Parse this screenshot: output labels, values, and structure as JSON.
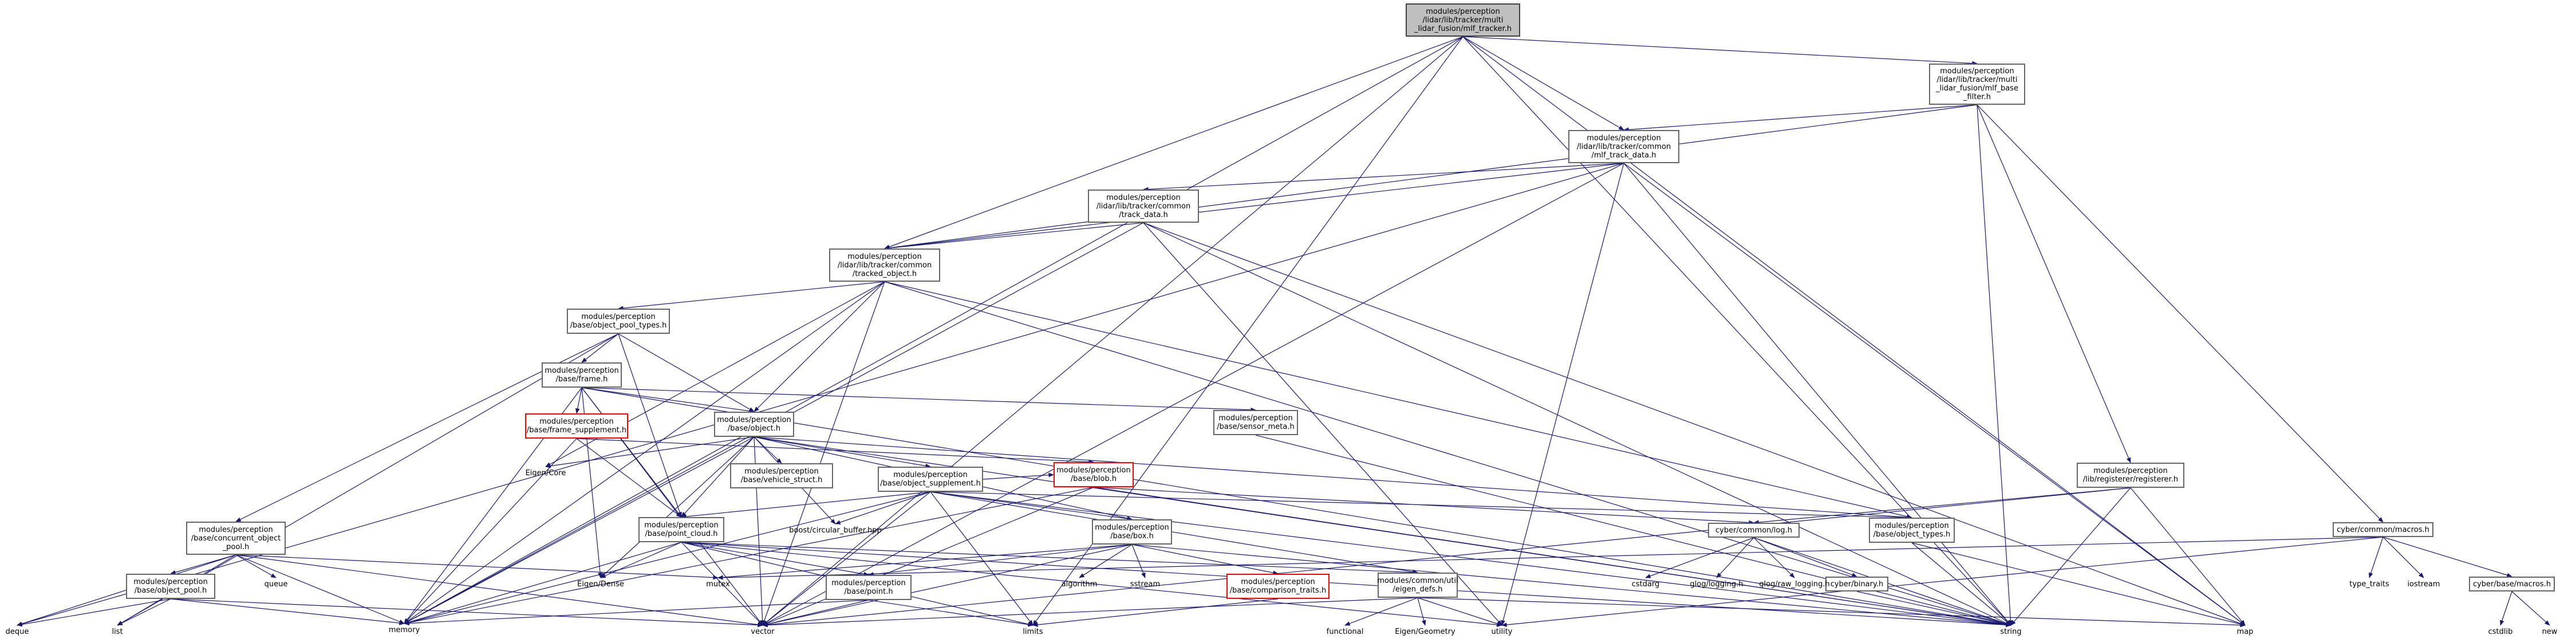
{
  "nodes": [
    {
      "id": "root",
      "label": "modules/perception\n/lidar/lib/tracker/multi\n_lidar_fusion/mlf_tracker.h",
      "style": "root"
    },
    {
      "id": "mlf_base_filter",
      "label": "modules/perception\n/lidar/lib/tracker/multi\n_lidar_fusion/mlf_base\n_filter.h",
      "style": "box"
    },
    {
      "id": "mlf_track_data",
      "label": "modules/perception\n/lidar/lib/tracker/common\n/mlf_track_data.h",
      "style": "box"
    },
    {
      "id": "track_data",
      "label": "modules/perception\n/lidar/lib/tracker/common\n/track_data.h",
      "style": "box"
    },
    {
      "id": "tracked_object",
      "label": "modules/perception\n/lidar/lib/tracker/common\n/tracked_object.h",
      "style": "box"
    },
    {
      "id": "object_pool_types",
      "label": "modules/perception\n/base/object_pool_types.h",
      "style": "box"
    },
    {
      "id": "frame",
      "label": "modules/perception\n/base/frame.h",
      "style": "box"
    },
    {
      "id": "frame_supplement",
      "label": "modules/perception\n/base/frame_supplement.h",
      "style": "red"
    },
    {
      "id": "object",
      "label": "modules/perception\n/base/object.h",
      "style": "box"
    },
    {
      "id": "sensor_meta",
      "label": "modules/perception\n/base/sensor_meta.h",
      "style": "box"
    },
    {
      "id": "vehicle_struct",
      "label": "modules/perception\n/base/vehicle_struct.h",
      "style": "box"
    },
    {
      "id": "object_supplement",
      "label": "modules/perception\n/base/object_supplement.h",
      "style": "box"
    },
    {
      "id": "blob",
      "label": "modules/perception\n/base/blob.h",
      "style": "red"
    },
    {
      "id": "concurrent_object_pool",
      "label": "modules/perception\n/base/concurrent_object\n_pool.h",
      "style": "box"
    },
    {
      "id": "object_pool",
      "label": "modules/perception\n/base/object_pool.h",
      "style": "box"
    },
    {
      "id": "point_cloud",
      "label": "modules/perception\n/base/point_cloud.h",
      "style": "box"
    },
    {
      "id": "box",
      "label": "modules/perception\n/base/box.h",
      "style": "box"
    },
    {
      "id": "point",
      "label": "modules/perception\n/base/point.h",
      "style": "box"
    },
    {
      "id": "comparison_traits",
      "label": "modules/perception\n/base/comparison_traits.h",
      "style": "red"
    },
    {
      "id": "eigen_defs",
      "label": "modules/common/util\n/eigen_defs.h",
      "style": "box"
    },
    {
      "id": "registerer",
      "label": "modules/perception\n/lib/registerer/registerer.h",
      "style": "box"
    },
    {
      "id": "log",
      "label": "cyber/common/log.h",
      "style": "box"
    },
    {
      "id": "object_types",
      "label": "modules/perception\n/base/object_types.h",
      "style": "box"
    },
    {
      "id": "binary",
      "label": "cyber/binary.h",
      "style": "box"
    },
    {
      "id": "macros",
      "label": "cyber/common/macros.h",
      "style": "box"
    },
    {
      "id": "base_macros",
      "label": "cyber/base/macros.h",
      "style": "box"
    },
    {
      "id": "eigen_core",
      "label": "Eigen/Core",
      "style": "plain"
    },
    {
      "id": "circular_buffer",
      "label": "boost/circular_buffer.hpp",
      "style": "plain"
    },
    {
      "id": "eigen_dense",
      "label": "Eigen/Dense",
      "style": "plain"
    },
    {
      "id": "queue",
      "label": "queue",
      "style": "plain"
    },
    {
      "id": "deque",
      "label": "deque",
      "style": "plain"
    },
    {
      "id": "list",
      "label": "list",
      "style": "plain"
    },
    {
      "id": "memory",
      "label": "memory",
      "style": "plain"
    },
    {
      "id": "vector",
      "label": "vector",
      "style": "plain"
    },
    {
      "id": "mutex",
      "label": "mutex",
      "style": "plain"
    },
    {
      "id": "limits",
      "label": "limits",
      "style": "plain"
    },
    {
      "id": "algorithm",
      "label": "algorithm",
      "style": "plain"
    },
    {
      "id": "sstream",
      "label": "sstream",
      "style": "plain"
    },
    {
      "id": "functional",
      "label": "functional",
      "style": "plain"
    },
    {
      "id": "eigen_geometry",
      "label": "Eigen/Geometry",
      "style": "plain"
    },
    {
      "id": "utility",
      "label": "utility",
      "style": "plain"
    },
    {
      "id": "cstdarg",
      "label": "cstdarg",
      "style": "plain"
    },
    {
      "id": "glog_logging",
      "label": "glog/logging.h",
      "style": "plain"
    },
    {
      "id": "glog_raw_logging",
      "label": "glog/raw_logging.h",
      "style": "plain"
    },
    {
      "id": "string",
      "label": "string",
      "style": "plain"
    },
    {
      "id": "map",
      "label": "map",
      "style": "plain"
    },
    {
      "id": "type_traits",
      "label": "type_traits",
      "style": "plain"
    },
    {
      "id": "iostream",
      "label": "iostream",
      "style": "plain"
    },
    {
      "id": "cstdlib",
      "label": "cstdlib",
      "style": "plain"
    },
    {
      "id": "new",
      "label": "new",
      "style": "plain"
    }
  ],
  "edges": [
    [
      "root",
      "mlf_base_filter"
    ],
    [
      "root",
      "mlf_track_data"
    ],
    [
      "root",
      "tracked_object"
    ],
    [
      "root",
      "memory"
    ],
    [
      "root",
      "vector"
    ],
    [
      "root",
      "limits"
    ],
    [
      "root",
      "string"
    ],
    [
      "root",
      "map"
    ],
    [
      "mlf_base_filter",
      "mlf_track_data"
    ],
    [
      "mlf_base_filter",
      "tracked_object"
    ],
    [
      "mlf_base_filter",
      "registerer"
    ],
    [
      "mlf_base_filter",
      "macros"
    ],
    [
      "mlf_base_filter",
      "string"
    ],
    [
      "mlf_track_data",
      "track_data"
    ],
    [
      "mlf_track_data",
      "tracked_object"
    ],
    [
      "mlf_track_data",
      "vector"
    ],
    [
      "mlf_track_data",
      "utility"
    ],
    [
      "mlf_track_data",
      "string"
    ],
    [
      "mlf_track_data",
      "deque"
    ],
    [
      "mlf_track_data",
      "map"
    ],
    [
      "track_data",
      "tracked_object"
    ],
    [
      "track_data",
      "memory"
    ],
    [
      "track_data",
      "utility"
    ],
    [
      "track_data",
      "string"
    ],
    [
      "track_data",
      "map"
    ],
    [
      "tracked_object",
      "object_pool_types"
    ],
    [
      "tracked_object",
      "object"
    ],
    [
      "tracked_object",
      "object_types"
    ],
    [
      "tracked_object",
      "memory"
    ],
    [
      "tracked_object",
      "vector"
    ],
    [
      "tracked_object",
      "string"
    ],
    [
      "tracked_object",
      "eigen_core"
    ],
    [
      "object_pool_types",
      "frame"
    ],
    [
      "object_pool_types",
      "object"
    ],
    [
      "object_pool_types",
      "point_cloud"
    ],
    [
      "object_pool_types",
      "concurrent_object_pool"
    ],
    [
      "object_pool_types",
      "list"
    ],
    [
      "frame",
      "frame_supplement"
    ],
    [
      "frame",
      "object"
    ],
    [
      "frame",
      "sensor_meta"
    ],
    [
      "frame",
      "point_cloud"
    ],
    [
      "frame",
      "memory"
    ],
    [
      "frame",
      "vector"
    ],
    [
      "frame",
      "eigen_dense"
    ],
    [
      "frame",
      "string"
    ],
    [
      "frame_supplement",
      "point_cloud"
    ],
    [
      "frame_supplement",
      "blob"
    ],
    [
      "frame_supplement",
      "memory"
    ],
    [
      "object",
      "vehicle_struct"
    ],
    [
      "object",
      "object_supplement"
    ],
    [
      "object",
      "object_types"
    ],
    [
      "object",
      "point_cloud"
    ],
    [
      "object",
      "eigen_core"
    ],
    [
      "object",
      "circular_buffer"
    ],
    [
      "object",
      "memory"
    ],
    [
      "object",
      "vector"
    ],
    [
      "object",
      "string"
    ],
    [
      "object",
      "eigen_dense"
    ],
    [
      "object",
      "box"
    ],
    [
      "sensor_meta",
      "string"
    ],
    [
      "object_supplement",
      "box"
    ],
    [
      "object_supplement",
      "point_cloud"
    ],
    [
      "object_supplement",
      "blob"
    ],
    [
      "object_supplement",
      "circular_buffer"
    ],
    [
      "object_supplement",
      "memory"
    ],
    [
      "object_supplement",
      "vector"
    ],
    [
      "object_supplement",
      "object_types"
    ],
    [
      "object_supplement",
      "eigen_defs"
    ],
    [
      "object_supplement",
      "string"
    ],
    [
      "object_supplement",
      "limits"
    ],
    [
      "blob",
      "log"
    ],
    [
      "blob",
      "memory"
    ],
    [
      "blob",
      "vector"
    ],
    [
      "blob",
      "string"
    ],
    [
      "concurrent_object_pool",
      "object_pool"
    ],
    [
      "concurrent_object_pool",
      "queue"
    ],
    [
      "concurrent_object_pool",
      "deque"
    ],
    [
      "concurrent_object_pool",
      "list"
    ],
    [
      "concurrent_object_pool",
      "memory"
    ],
    [
      "concurrent_object_pool",
      "vector"
    ],
    [
      "concurrent_object_pool",
      "mutex"
    ],
    [
      "object_pool",
      "deque"
    ],
    [
      "object_pool",
      "list"
    ],
    [
      "object_pool",
      "memory"
    ],
    [
      "object_pool",
      "vector"
    ],
    [
      "point_cloud",
      "point"
    ],
    [
      "point_cloud",
      "eigen_dense"
    ],
    [
      "point_cloud",
      "memory"
    ],
    [
      "point_cloud",
      "vector"
    ],
    [
      "point_cloud",
      "limits"
    ],
    [
      "point_cloud",
      "eigen_defs"
    ],
    [
      "point_cloud",
      "utility"
    ],
    [
      "point_cloud",
      "string"
    ],
    [
      "box",
      "point"
    ],
    [
      "box",
      "comparison_traits"
    ],
    [
      "box",
      "algorithm"
    ],
    [
      "box",
      "sstream"
    ],
    [
      "box",
      "string"
    ],
    [
      "box",
      "vector"
    ],
    [
      "box",
      "mutex"
    ],
    [
      "point",
      "memory"
    ],
    [
      "point",
      "vector"
    ],
    [
      "point",
      "limits"
    ],
    [
      "comparison_traits",
      "limits"
    ],
    [
      "eigen_defs",
      "functional"
    ],
    [
      "eigen_defs",
      "eigen_geometry"
    ],
    [
      "eigen_defs",
      "map"
    ],
    [
      "eigen_defs",
      "utility"
    ],
    [
      "eigen_defs",
      "vector"
    ],
    [
      "registerer",
      "log"
    ],
    [
      "registerer",
      "string"
    ],
    [
      "registerer",
      "map"
    ],
    [
      "registerer",
      "vector"
    ],
    [
      "log",
      "cstdarg"
    ],
    [
      "log",
      "glog_logging"
    ],
    [
      "log",
      "glog_raw_logging"
    ],
    [
      "log",
      "binary"
    ],
    [
      "log",
      "string"
    ],
    [
      "binary",
      "string"
    ],
    [
      "object_types",
      "string"
    ],
    [
      "object_types",
      "map"
    ],
    [
      "macros",
      "type_traits"
    ],
    [
      "macros",
      "iostream"
    ],
    [
      "macros",
      "base_macros"
    ],
    [
      "macros",
      "mutex"
    ],
    [
      "macros",
      "utility"
    ],
    [
      "base_macros",
      "cstdlib"
    ],
    [
      "base_macros",
      "new"
    ]
  ]
}
